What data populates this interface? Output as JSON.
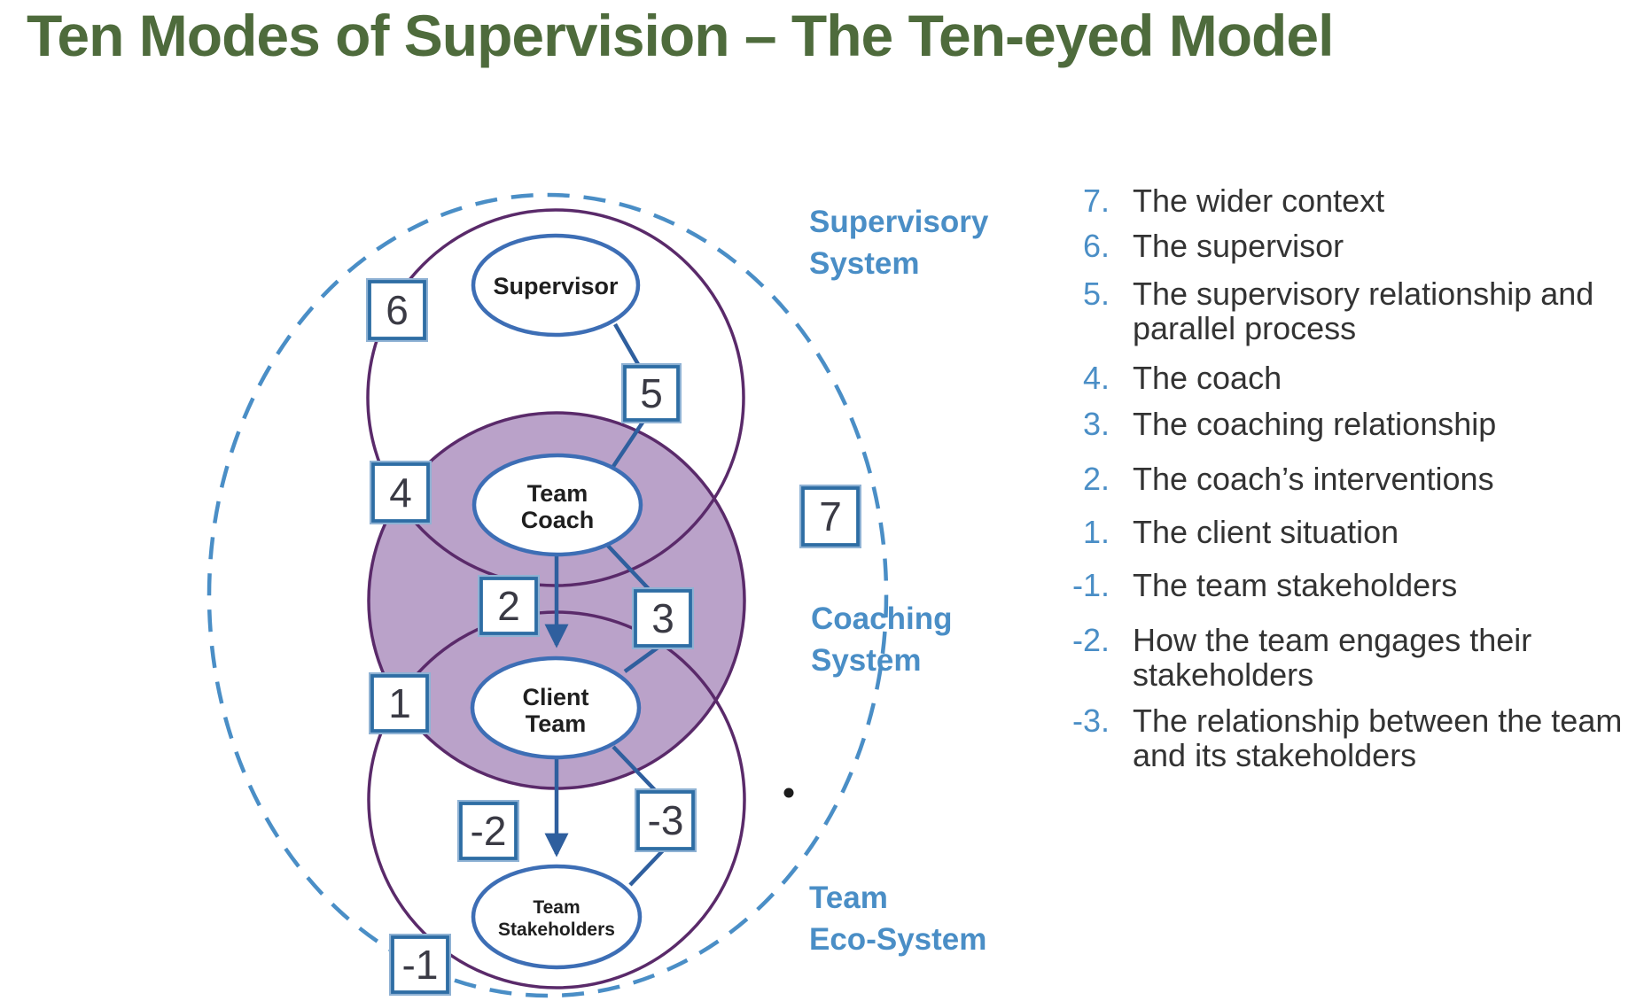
{
  "title": "Ten Modes of Supervision – The Ten-eyed Model",
  "colors": {
    "title_green": "#4e6b3c",
    "accent_blue": "#4a8ec6",
    "shape_blue": "#2e6da4",
    "oval_blue": "#3d6eb5",
    "line_blue": "#2f5f9e",
    "circle_purple": "#5a2a6a",
    "fill_purple": "#b49ac4",
    "box_number": "#3a3a44",
    "text_dark": "#333333"
  },
  "diagram": {
    "ovals": {
      "supervisor": {
        "line1": "Supervisor"
      },
      "team_coach": {
        "line1": "Team",
        "line2": "Coach"
      },
      "client_team": {
        "line1": "Client",
        "line2": "Team"
      },
      "team_stakeholders": {
        "line1": "Team",
        "line2": "Stakeholders"
      }
    },
    "boxes": {
      "b6": "6",
      "b5": "5",
      "b4": "4",
      "b7": "7",
      "b2": "2",
      "b3": "3",
      "b1": "1",
      "bm2": "-2",
      "bm3": "-3",
      "bm1": "-1"
    },
    "system_labels": {
      "supervisory": {
        "line1": "Supervisory",
        "line2": "System"
      },
      "coaching": {
        "line1": "Coaching",
        "line2": "System"
      },
      "eco": {
        "line1": "Team",
        "line2": "Eco-System"
      }
    }
  },
  "list": {
    "items": [
      {
        "num": "7.",
        "text": "The wider context"
      },
      {
        "num": "6.",
        "text": "The supervisor"
      },
      {
        "num": "5.",
        "text": "The supervisory relationship and parallel process"
      },
      {
        "num": "4.",
        "text": "The coach"
      },
      {
        "num": "3.",
        "text": "The coaching relationship"
      },
      {
        "num": "2.",
        "text": "The coach’s interventions"
      },
      {
        "num": "1.",
        "text": "The client situation"
      },
      {
        "num": "-1.",
        "text": "The team stakeholders"
      },
      {
        "num": "-2.",
        "text": "How the team engages their stakeholders"
      },
      {
        "num": "-3.",
        "text": "The relationship between the team and its stakeholders"
      }
    ]
  }
}
